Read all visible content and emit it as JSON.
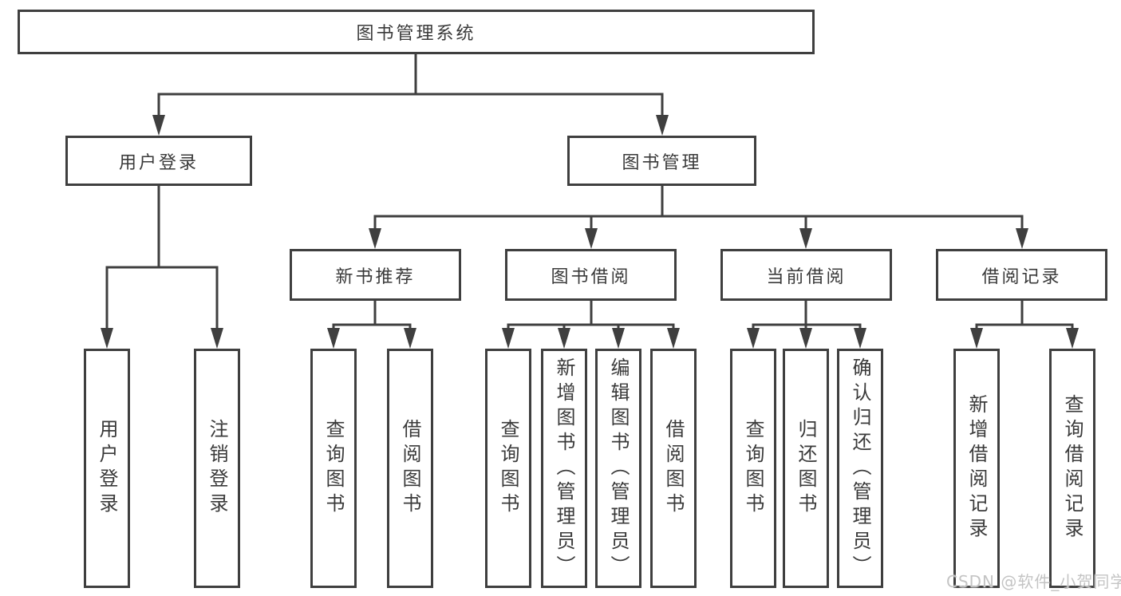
{
  "diagram": {
    "title": "图书管理系统",
    "branches": [
      {
        "label": "用户登录",
        "leaves": [
          "用户登录",
          "注销登录"
        ]
      },
      {
        "label": "图书管理",
        "children": [
          {
            "label": "新书推荐",
            "leaves": [
              "查询图书",
              "借阅图书"
            ]
          },
          {
            "label": "图书借阅",
            "leaves": [
              "查询图书",
              "新增图书（管理员）",
              "编辑图书（管理员）",
              "借阅图书"
            ]
          },
          {
            "label": "当前借阅",
            "leaves": [
              "查询图书",
              "归还图书",
              "确认归还（管理员）"
            ]
          },
          {
            "label": "借阅记录",
            "leaves": [
              "新增借阅记录",
              "查询借阅记录"
            ]
          }
        ]
      }
    ],
    "colors": {
      "line": "#3f3f3f",
      "text": "#3a3a3a",
      "background": "#ffffff"
    }
  },
  "watermark": {
    "text": "CSDN @软件_小贺同学",
    "color": "#c4c4c4"
  }
}
